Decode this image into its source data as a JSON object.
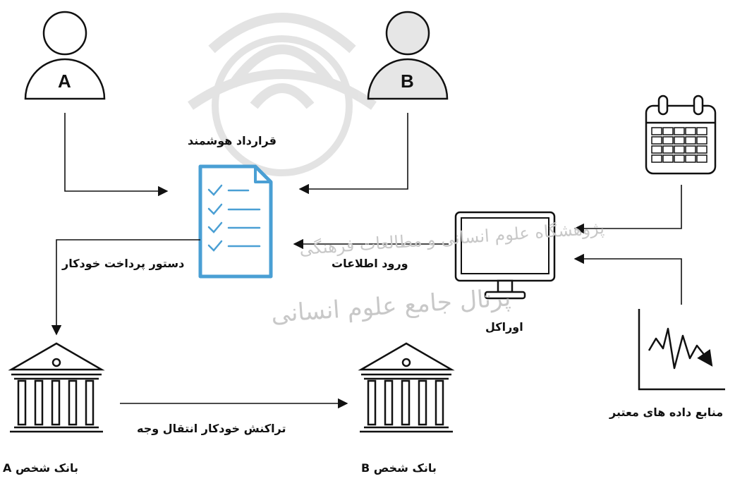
{
  "person_a": {
    "letter": "A"
  },
  "person_b": {
    "letter": "B"
  },
  "smart_contract": {
    "label": "قرارداد هوشمند"
  },
  "payment_order": {
    "label": "دستور پرداخت خودکار"
  },
  "data_input": {
    "label": "ورود اطلاعات"
  },
  "oracle": {
    "label": "اوراکل"
  },
  "trusted_sources": {
    "label": "منابع داده های معتبر"
  },
  "auto_transfer": {
    "label": "تراکنش خودکار انتقال وجه"
  },
  "bank_a": {
    "label": "بانک شخص A"
  },
  "bank_b": {
    "label": "بانک شخص B"
  },
  "watermark": {
    "line1": "پژوهشگاه علوم انسانی و مطالعات فرهنگی",
    "line2": "پرتال جامع علوم انسانی"
  },
  "colors": {
    "contract": "#4a9fd4",
    "stroke": "#111111",
    "watermark": "#d0d0d0"
  }
}
